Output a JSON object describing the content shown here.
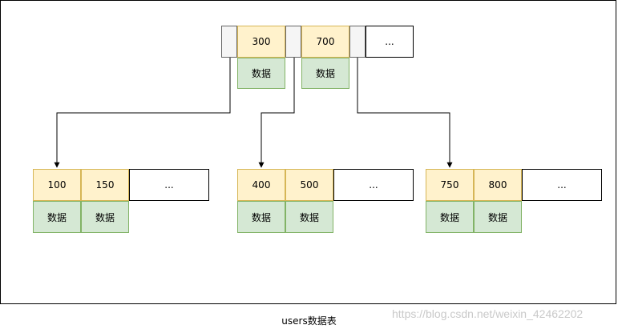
{
  "root": {
    "keys": [
      "300",
      "700"
    ],
    "data": [
      "数据",
      "数据"
    ],
    "more": "..."
  },
  "children": [
    {
      "keys": [
        "100",
        "150"
      ],
      "data": [
        "数据",
        "数据"
      ],
      "more": "..."
    },
    {
      "keys": [
        "400",
        "500"
      ],
      "data": [
        "数据",
        "数据"
      ],
      "more": "..."
    },
    {
      "keys": [
        "750",
        "800"
      ],
      "data": [
        "数据",
        "数据"
      ],
      "more": "..."
    }
  ],
  "caption": "users数据表",
  "watermark": "https://blog.csdn.net/weixin_42462202",
  "colors": {
    "key_fill": "#fff2cc",
    "key_border": "#d6b656",
    "data_fill": "#d5e8d4",
    "data_border": "#82b366",
    "pointer_fill": "#f5f5f5"
  }
}
